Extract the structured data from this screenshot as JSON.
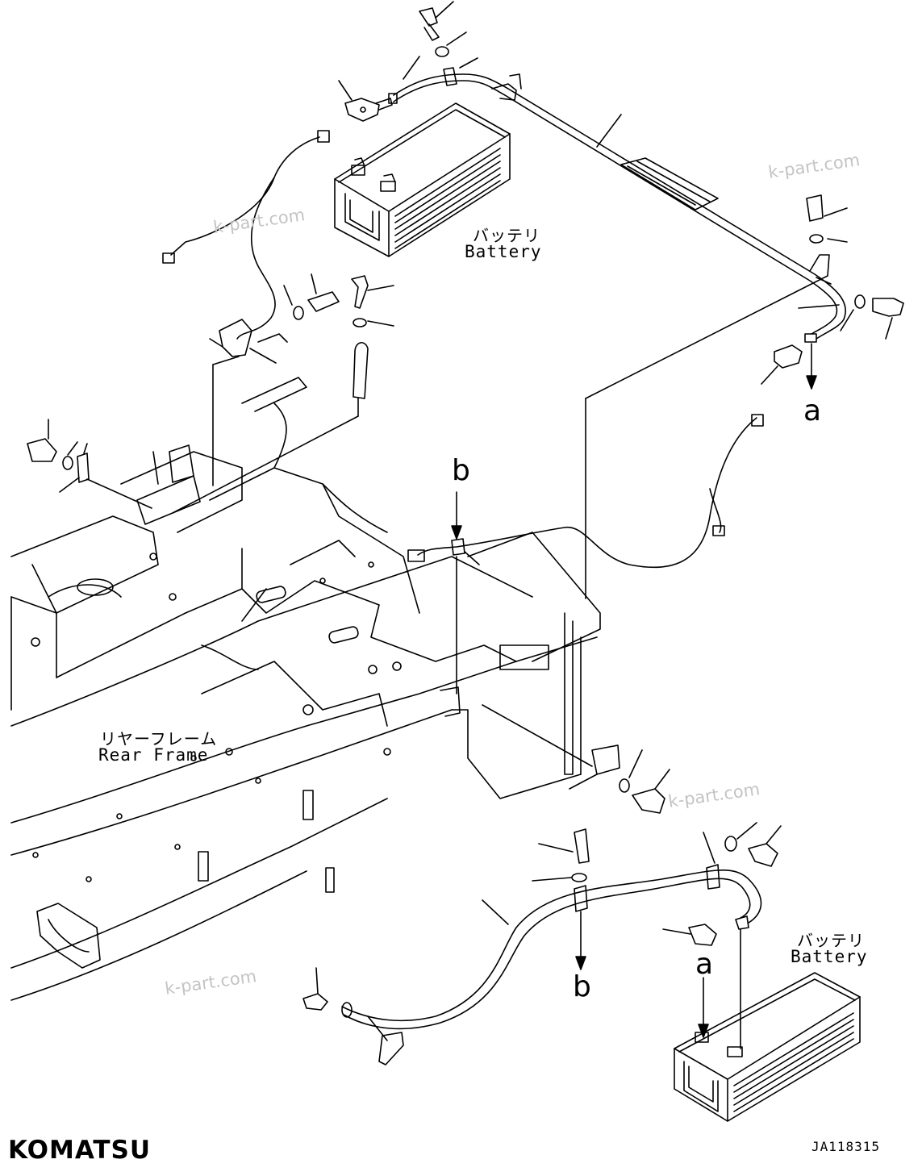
{
  "labels": {
    "battery_top_jp": "バッテリ",
    "battery_top_en": "Battery",
    "battery_bottom_jp": "バッテリ",
    "battery_bottom_en": "Battery",
    "rear_frame_jp": "リヤーフレーム",
    "rear_frame_en": "Rear Frame"
  },
  "callouts": {
    "a_top": "a",
    "a_bottom": "a",
    "b_top": "b",
    "b_bottom": "b"
  },
  "watermarks": [
    "k-part.com",
    "k-part.com",
    "k-part.com",
    "k-part.com"
  ],
  "brand": {
    "logo_text": "KOMATSU"
  },
  "drawing_code": "JA118315",
  "colors": {
    "line": "#000000",
    "watermark": "#c4c4c4",
    "background": "#ffffff"
  }
}
